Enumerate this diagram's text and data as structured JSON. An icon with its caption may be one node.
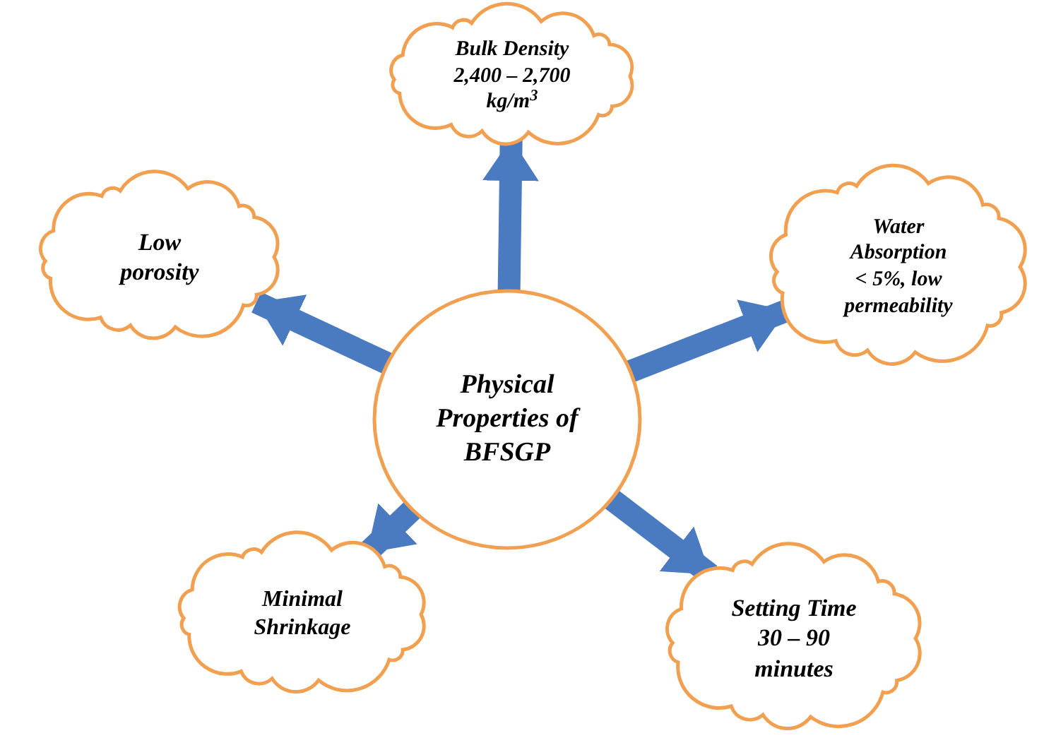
{
  "diagram": {
    "nodes": [
      {
        "text": [
          "Bulk Density 2,400 – 2,700 kg/m$^{3}$"
        ]
      },
      {
        "text": [
          "Low porosity"
        ]
      },
      {
        "text": [
          "Water Absorption < 5%, low permeability"
        ]
      },
      {
        "text": [
          "Physical Properties of BFSGP"
        ]
      },
      {
        "text": [
          "Minimal Shrinkage"
        ]
      },
      {
        "text": [
          "Setting Time 30 – 90 minutes"
        ]
      }
    ],
    "edges": [
      {
        "from": 3,
        "to": 0,
        "arrow": "to"
      },
      {
        "from": 3,
        "to": 1,
        "arrow": "to"
      },
      {
        "from": 3,
        "to": 2,
        "arrow": "to"
      },
      {
        "from": 3,
        "to": 4,
        "arrow": "to"
      },
      {
        "from": 3,
        "to": 5,
        "arrow": "to"
      }
    ]
  }
}
